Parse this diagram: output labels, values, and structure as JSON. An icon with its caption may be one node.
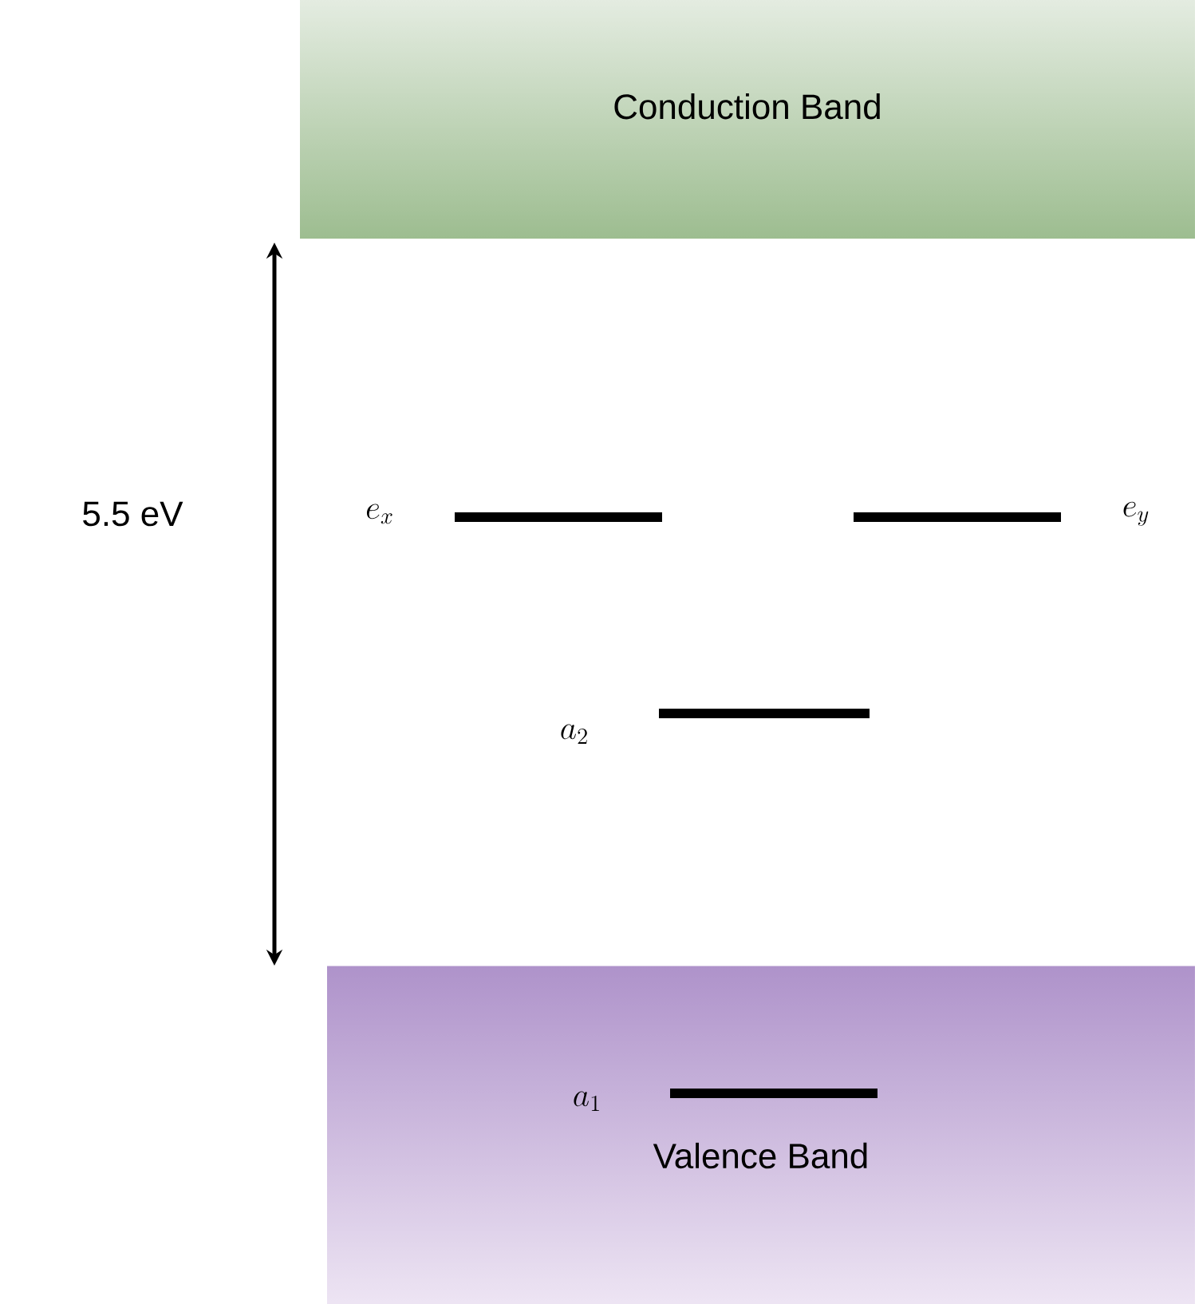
{
  "diagram": {
    "nodes": [
      {
        "text": [
          "Conduction Band"
        ]
      },
      {
        "text": [
          "Valence Band"
        ]
      }
    ],
    "labels": [
      "5.5 eV",
      "e_x",
      "e_y",
      "a_2",
      "a_1"
    ]
  }
}
